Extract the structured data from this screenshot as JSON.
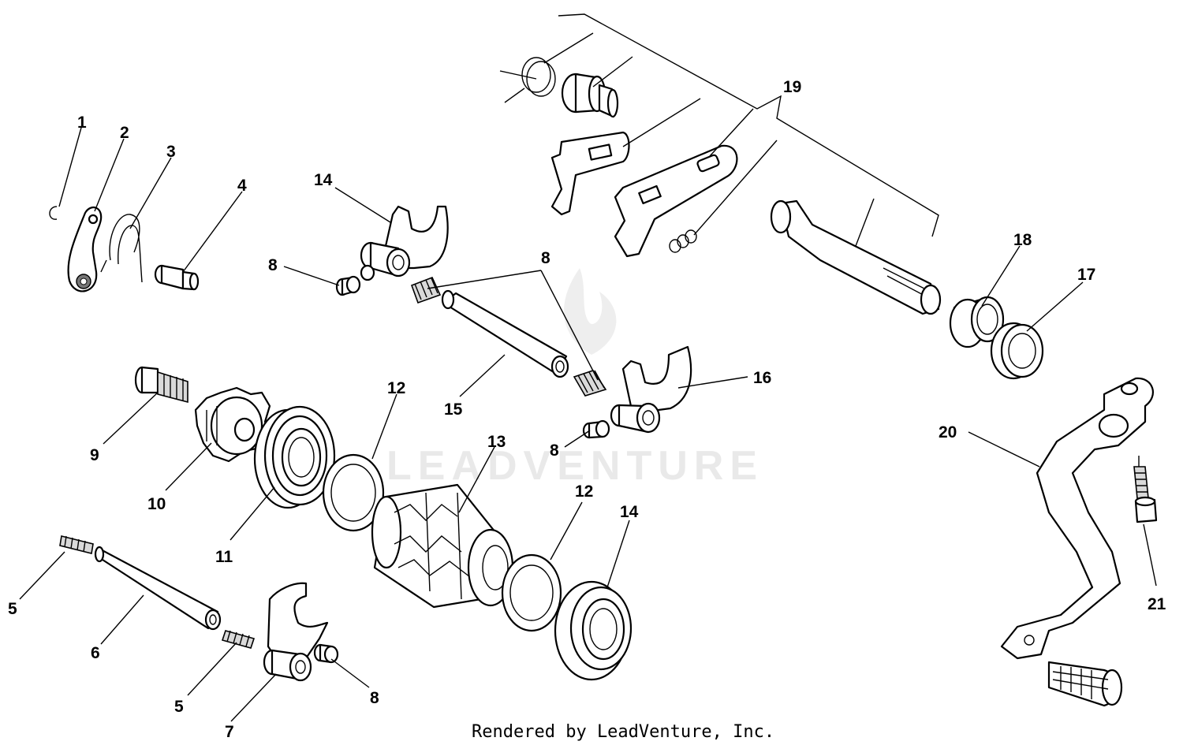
{
  "watermark": {
    "text": "LEADVENTURE"
  },
  "footer": {
    "credit": "Rendered by LeadVenture, Inc."
  },
  "callouts": [
    {
      "id": "c1",
      "label": "1"
    },
    {
      "id": "c2",
      "label": "2"
    },
    {
      "id": "c3",
      "label": "3"
    },
    {
      "id": "c4",
      "label": "4"
    },
    {
      "id": "c14a",
      "label": "14"
    },
    {
      "id": "c8a",
      "label": "8"
    },
    {
      "id": "c8b",
      "label": "8"
    },
    {
      "id": "c19",
      "label": "19"
    },
    {
      "id": "c18",
      "label": "18"
    },
    {
      "id": "c17",
      "label": "17"
    },
    {
      "id": "c16",
      "label": "16"
    },
    {
      "id": "c15",
      "label": "15"
    },
    {
      "id": "c8c",
      "label": "8"
    },
    {
      "id": "c9",
      "label": "9"
    },
    {
      "id": "c10",
      "label": "10"
    },
    {
      "id": "c12a",
      "label": "12"
    },
    {
      "id": "c13",
      "label": "13"
    },
    {
      "id": "c11",
      "label": "11"
    },
    {
      "id": "c12b",
      "label": "12"
    },
    {
      "id": "c14b",
      "label": "14"
    },
    {
      "id": "c20",
      "label": "20"
    },
    {
      "id": "c21",
      "label": "21"
    },
    {
      "id": "c5a",
      "label": "5"
    },
    {
      "id": "c6",
      "label": "6"
    },
    {
      "id": "c5b",
      "label": "5"
    },
    {
      "id": "c7",
      "label": "7"
    },
    {
      "id": "c8d",
      "label": "8"
    }
  ]
}
